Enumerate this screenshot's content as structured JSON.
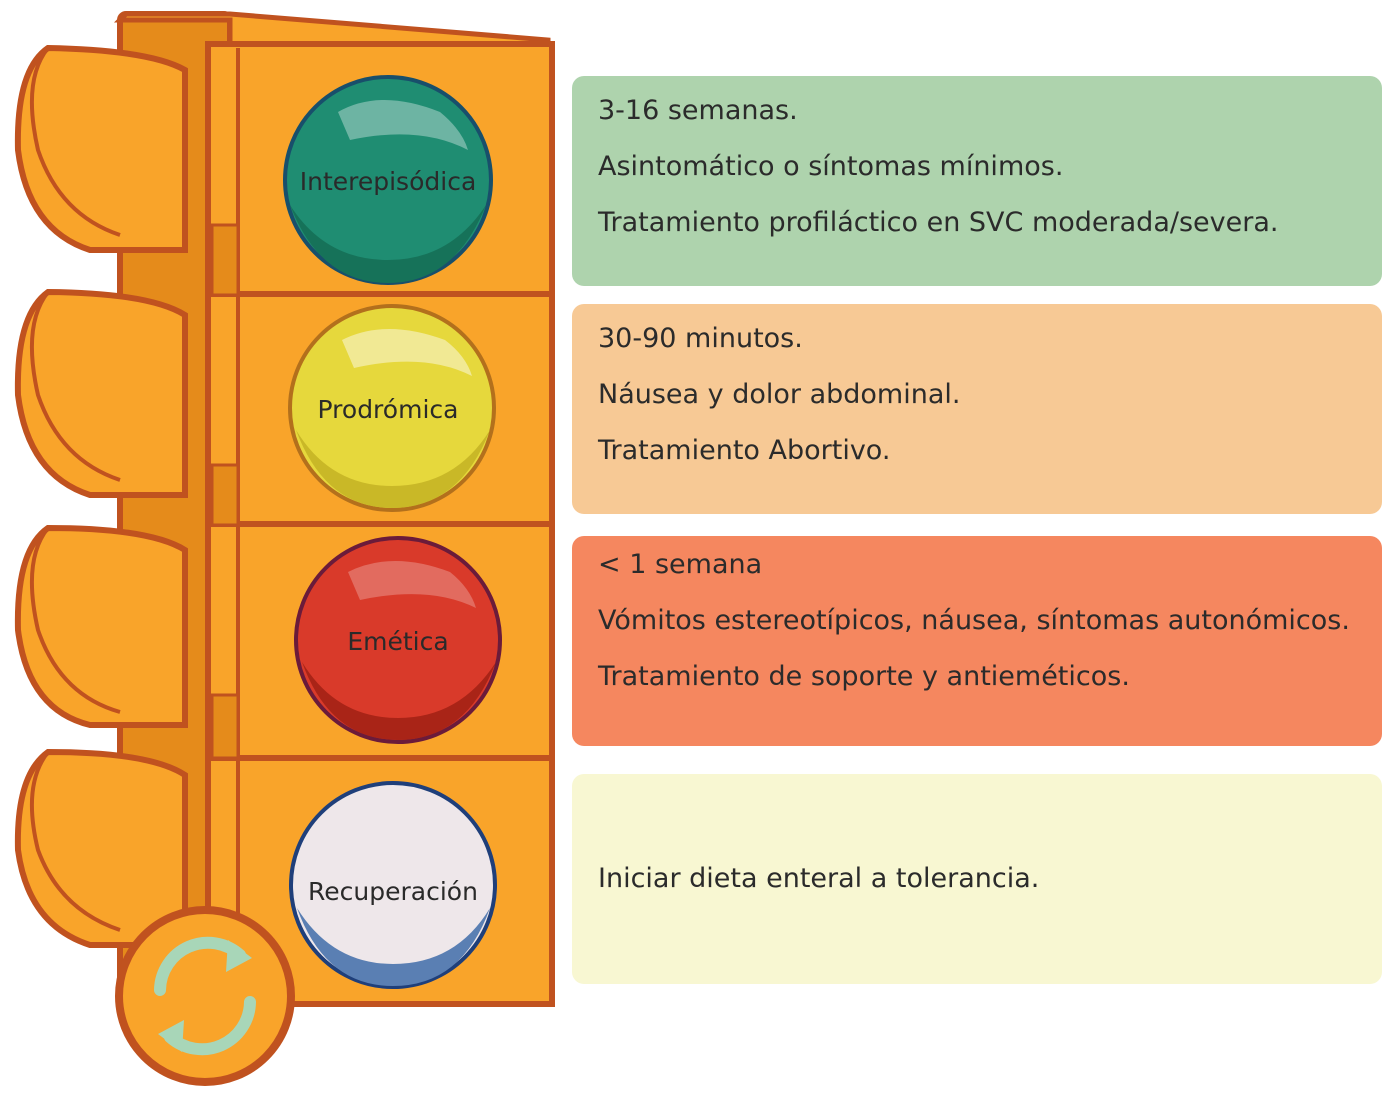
{
  "phases": [
    {
      "label": "Interepisódica",
      "light_color": "#1f8d72",
      "light_shade": "#167259",
      "box_color": "#aed3ad",
      "lines": [
        "3-16 semanas.",
        "Asintomático o síntomas mínimos.",
        "Tratamiento profiláctico en SVC moderada/severa."
      ]
    },
    {
      "label": "Prodrómica",
      "light_color": "#e6d83c",
      "light_shade": "#c9b827",
      "box_color": "#f7c995",
      "lines": [
        "30-90 minutos.",
        "Náusea y dolor abdominal.",
        "Tratamiento Abortivo."
      ]
    },
    {
      "label": "Emética",
      "light_color": "#d93a2a",
      "light_shade": "#a92417",
      "box_color": "#f5875f",
      "lines": [
        "< 1 semana",
        "Vómitos estereotípicos, náusea, síntomas autonómicos.",
        "Tratamiento de soporte y antieméticos."
      ]
    },
    {
      "label": "Recuperación",
      "light_color": "#eee7ea",
      "light_shade": "#5a7fb3",
      "box_color": "#f8f7d2",
      "lines": [
        "Iniciar dieta enteral a tolerancia."
      ]
    }
  ],
  "colors": {
    "housing": "#f9a42a",
    "housing_dark": "#e58b1b",
    "outline": "#c0521f",
    "recycle_arrows": "#a8d6b8"
  },
  "icons": {
    "cycle": "recycle-arrows-icon"
  }
}
